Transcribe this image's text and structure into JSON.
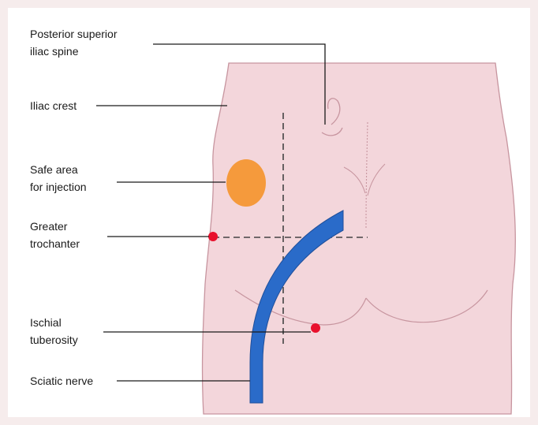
{
  "labels": {
    "psis": [
      "Posterior superior",
      "iliac spine"
    ],
    "iliac_crest": [
      "Iliac crest"
    ],
    "safe_area": [
      "Safe area",
      "for injection"
    ],
    "greater_trochanter": [
      "Greater",
      "trochanter"
    ],
    "ischial_tuberosity": [
      "Ischial",
      "tuberosity"
    ],
    "sciatic_nerve": [
      "Sciatic nerve"
    ]
  },
  "colors": {
    "skin": "#f3d6db",
    "skin_outline": "#c7959f",
    "safe_area": "#f59a3c",
    "landmark": "#e8112d",
    "nerve": "#2a6bc9",
    "nerve_outline": "#1f4f9a",
    "leader": "#1a1a1a",
    "dashed": "#444444",
    "background": "#f6ecec"
  }
}
